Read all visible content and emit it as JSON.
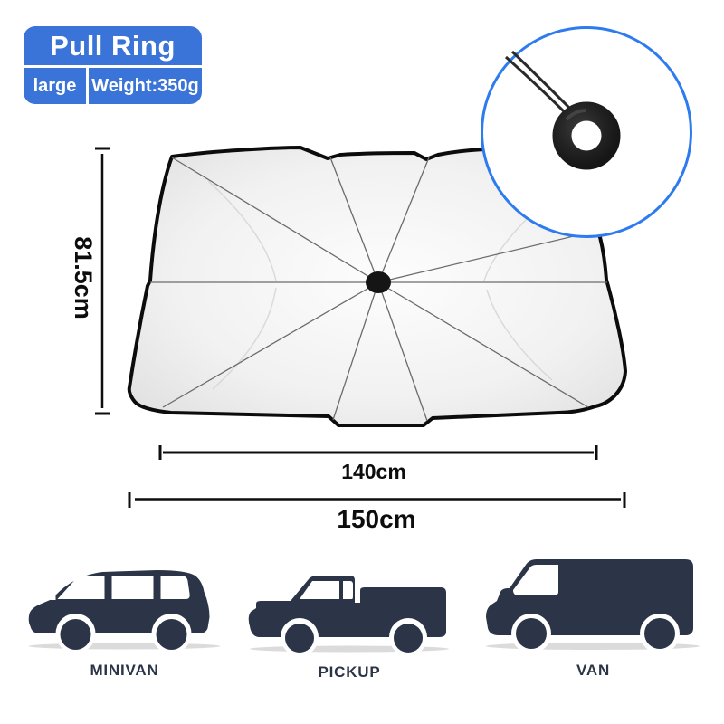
{
  "badge": {
    "title": "Pull Ring",
    "size": "large",
    "weight": "Weight:350g"
  },
  "dimensions": {
    "height": "81.5cm",
    "inner_width": "140cm",
    "outer_width": "150cm"
  },
  "vehicles": [
    {
      "label": "MINIVAN"
    },
    {
      "label": "PICKUP"
    },
    {
      "label": "VAN"
    }
  ],
  "icons": {
    "inset": "pull-ring-detail",
    "hub": "umbrella-center-hub",
    "cord": "pull-cord"
  },
  "colors": {
    "badge_blue": "#3a74d8",
    "inset_border": "#2e7bf0",
    "vehicle_dark": "#2b3547",
    "outline_black": "#0c0c0c",
    "ring_black": "#1e1e1e"
  }
}
